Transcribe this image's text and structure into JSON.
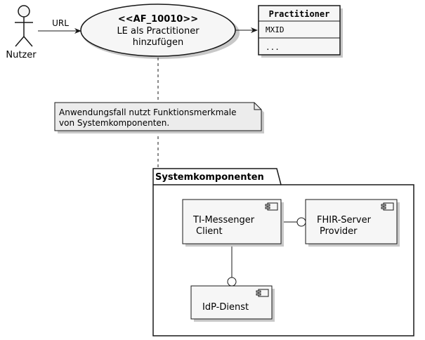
{
  "actor": {
    "label": "Nutzer"
  },
  "edge_url": {
    "label": "URL"
  },
  "usecase": {
    "stereotype": "<<AF_10010>>",
    "line1": "LE als Practitioner",
    "line2": "hinzufügen"
  },
  "entity": {
    "title": "Practitioner",
    "field": "MXID",
    "more": "..."
  },
  "note": {
    "line1": "Anwendungsfall nutzt Funktionsmerkmale",
    "line2": "von Systemkomponenten."
  },
  "package": {
    "title": "Systemkomponenten",
    "components": {
      "messenger": {
        "line1": "TI-Messenger",
        "line2": "Client"
      },
      "fhir": {
        "line1": "FHIR-Server",
        "line2": "Provider"
      },
      "idp": {
        "line1": "IdP-Dienst"
      }
    }
  },
  "colors": {
    "shape_fill": "#f6f6f6",
    "note_fill": "#ececec",
    "shadow": "#c8c8c8",
    "stroke": "#181818"
  }
}
